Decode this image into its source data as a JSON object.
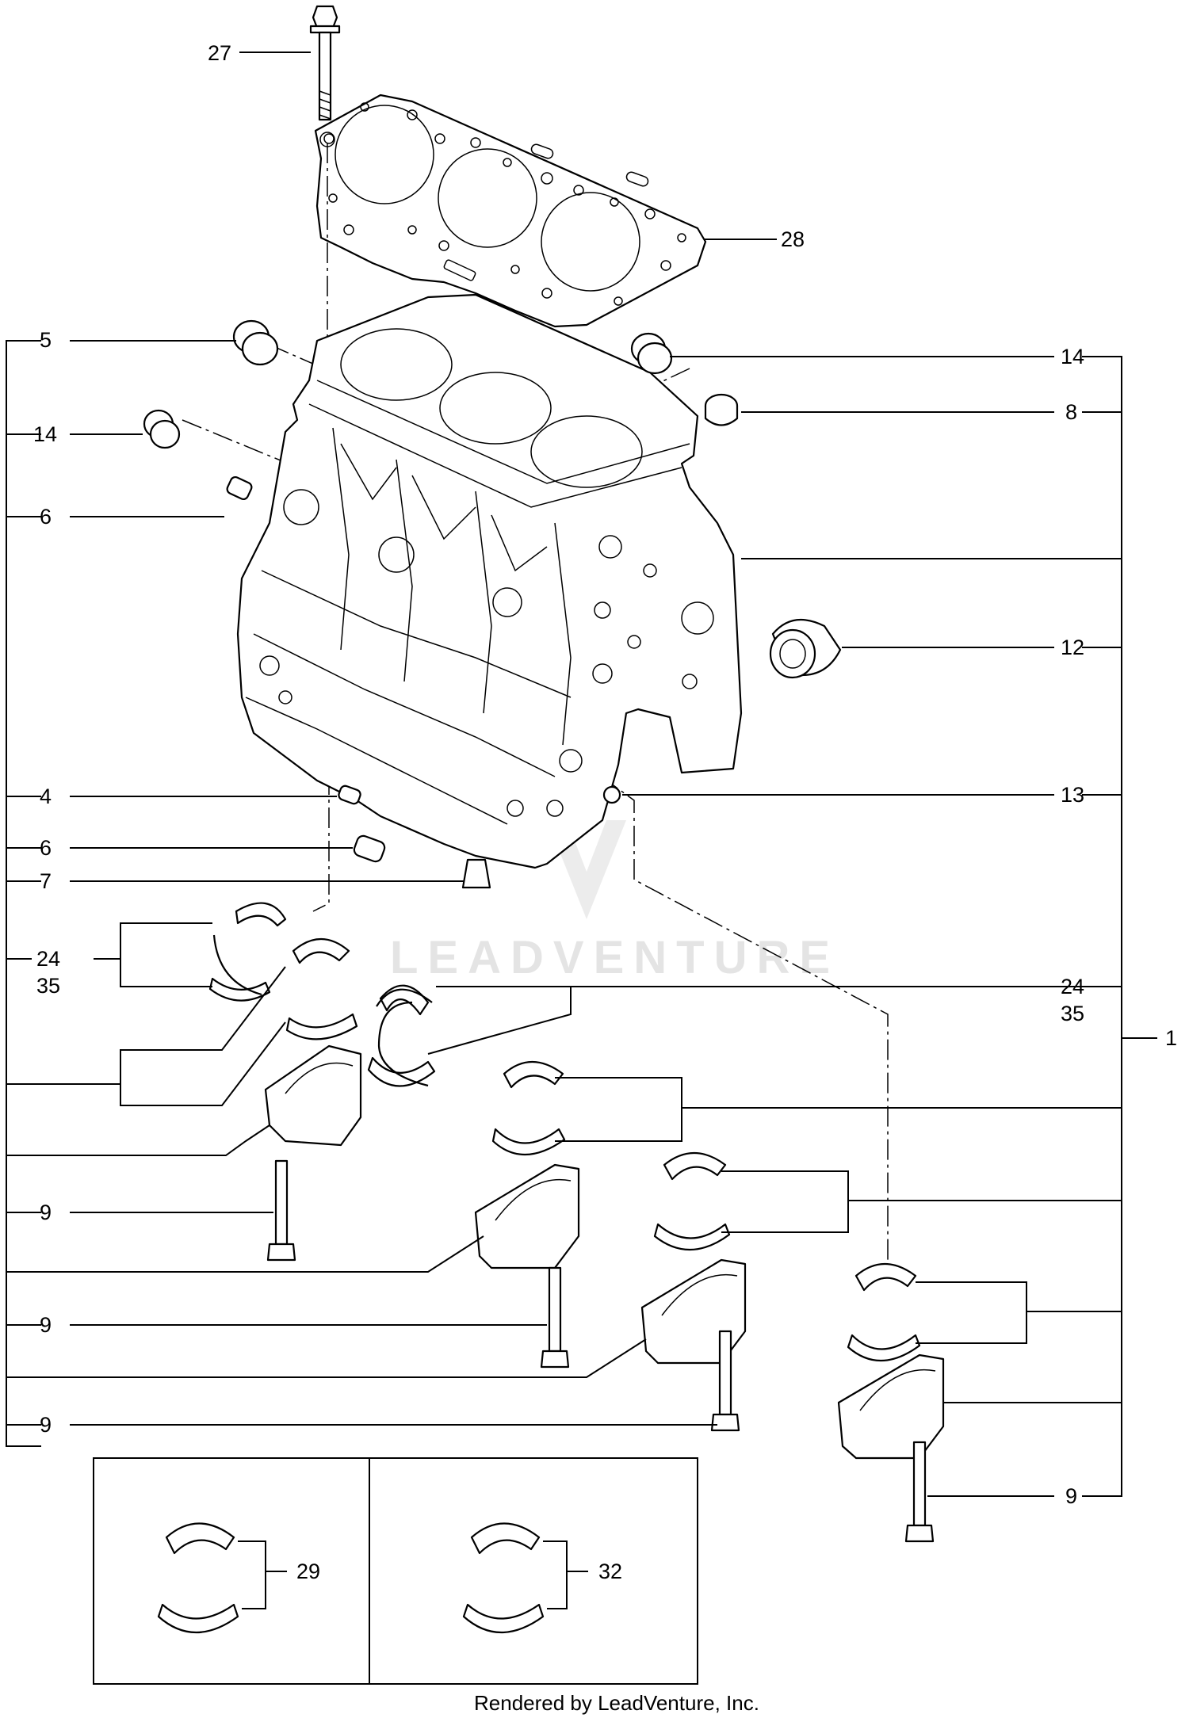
{
  "diagram": {
    "callouts": {
      "c27": "27",
      "c28": "28",
      "c5": "5",
      "c14_left": "14",
      "c6_top": "6",
      "c14_right": "14",
      "c8": "8",
      "c12": "12",
      "c4": "4",
      "c6_mid": "6",
      "c7": "7",
      "c13": "13",
      "c24_left": "24",
      "c35_left": "35",
      "c24_right": "24",
      "c35_right": "35",
      "c1": "1",
      "c9_a": "9",
      "c9_b": "9",
      "c9_c": "9",
      "c9_d": "9",
      "c29": "29",
      "c32": "32"
    },
    "watermark": "LEADVENTURE",
    "footer": "Rendered by LeadVenture, Inc."
  }
}
